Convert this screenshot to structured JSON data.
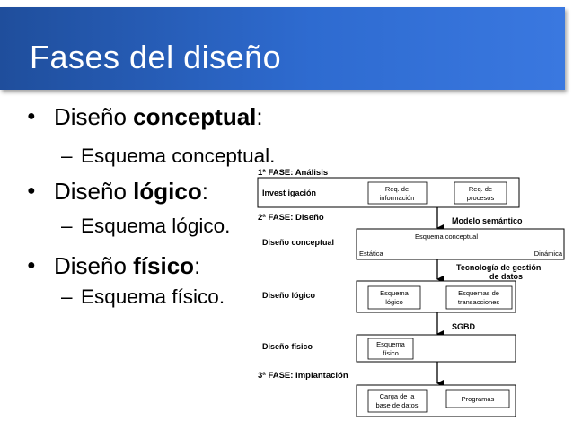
{
  "slide": {
    "title": "Fases del diseño"
  },
  "bullets": [
    {
      "pre": "Diseño ",
      "bold": "conceptual",
      "post": ":",
      "sub": "Esquema conceptual."
    },
    {
      "pre": "Diseño ",
      "bold": "lógico",
      "post": ":",
      "sub": "Esquema lógico."
    },
    {
      "pre": "Diseño ",
      "bold": "físico",
      "post": ":",
      "sub": "Esquema físico."
    }
  ],
  "diagram": {
    "fase1": "1ª  FASE:  Análisis",
    "investigacion": "Invest igación",
    "req_info": [
      "Req. de",
      "información"
    ],
    "req_proc": [
      "Req. de",
      "procesos"
    ],
    "fase2": "2ª  FASE:  Diseño",
    "modelo_semantico": "Modelo   semántico",
    "diseno_conceptual": "Diseño    conceptual",
    "esquema_conceptual": "Esquema conceptual",
    "estatica": "Estática",
    "dinamica": "Dinámica",
    "tecnologia": [
      "Tecnología  de  gestión",
      "de  datos"
    ],
    "diseno_logico": "Diseño    lógico",
    "esquema_logico": [
      "Esquema",
      "lógico"
    ],
    "esquemas_transacciones": [
      "Esquemas de",
      "transacciones"
    ],
    "sgbd": "SGBD",
    "diseno_fisico": "Diseño    físico",
    "esquema_fisico": [
      "Esquema",
      "físico"
    ],
    "fase3": "3ª  FASE:  Implantación",
    "carga": [
      "Carga de la",
      "base de datos"
    ],
    "programas": "Programas"
  }
}
